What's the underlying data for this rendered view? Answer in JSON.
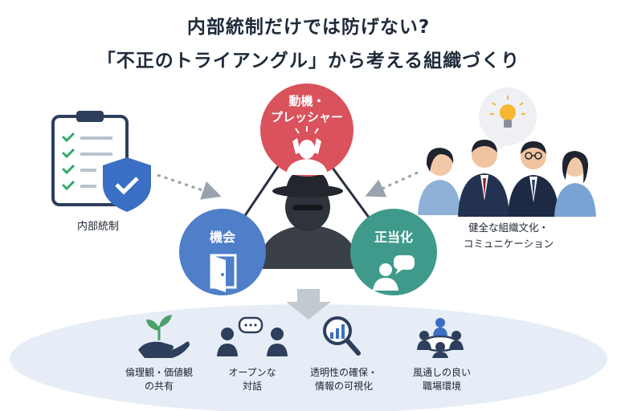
{
  "header": {
    "title_line1": "内部統制だけでは防げない?",
    "title_line2": "「不正のトライアングル」から考える組織づくり"
  },
  "triangle": {
    "top": {
      "label_line1": "動機・",
      "label_line2": "プレッシャー",
      "color": "#d9525c"
    },
    "left": {
      "label": "機会",
      "color": "#4f7fc9"
    },
    "right": {
      "label": "正当化",
      "color": "#3f9a8c"
    }
  },
  "left_side": {
    "label": "内部統制"
  },
  "right_side": {
    "label_line1": "健全な組織文化・",
    "label_line2": "コミュニケーション"
  },
  "bottom_items": [
    {
      "icon": "plant-hand-icon",
      "line1": "倫理観・価値観",
      "line2": "の共有"
    },
    {
      "icon": "dialogue-people-icon",
      "line1": "オープンな",
      "line2": "対話"
    },
    {
      "icon": "magnifier-chart-icon",
      "line1": "透明性の確保・",
      "line2": "情報の可視化"
    },
    {
      "icon": "team-circle-icon",
      "line1": "風通しの良い",
      "line2": "職場環境"
    }
  ],
  "colors": {
    "title": "#1e2a3a",
    "ellipse": "#e6edf6",
    "line": "#2b3040",
    "arrow": "#9aa3ad",
    "icon_navy": "#2e3f5c",
    "icon_green": "#4aa06a"
  }
}
